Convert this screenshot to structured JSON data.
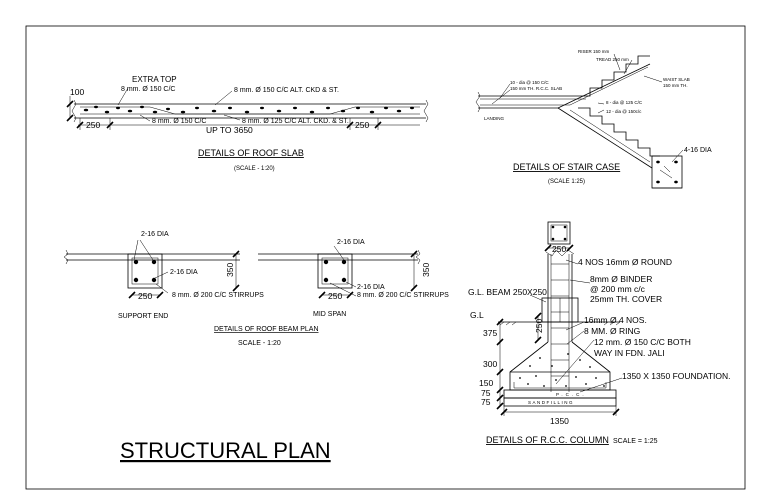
{
  "title": "STRUCTURAL PLAN",
  "roof_slab": {
    "caption": "DETAILS OF ROOF SLAB",
    "scale": "(SCALE - 1:20)",
    "labels": {
      "extra_top": "EXTRA TOP",
      "top_left": "8 mm.  Ø 150 C/C",
      "top_right": "8 mm.  Ø 150 C/C ALT. CKD & ST.",
      "bottom_left": "8 mm.  Ø 150 C/C",
      "bottom_right": "8 mm.  Ø 125 C/C  ALT. CKD. & ST.",
      "dim_thickness": "100",
      "dim_left": "250",
      "dim_span": "UP TO 3650",
      "dim_right": "250"
    }
  },
  "stair_case": {
    "caption": "DETAILS OF STAIR CASE",
    "scale": "(SCALE 1:25)",
    "labels": {
      "riser": "RISER 150 mm",
      "tread": "TREAD 250 mm",
      "waist_slab_1": "WAIST SLAB",
      "waist_slab_2": "150 mm TH.",
      "bars_top": "10 - dia @ 150 C/C",
      "slab_thk": "150 mm TH. R.C.C. SLAB",
      "landing": "LANDING",
      "bars_mid_1": "8 - dia @ 125 C/C",
      "bars_mid_2": "12 - dia @ 150c/c",
      "dia_label": "4-16 DIA"
    }
  },
  "roof_beam": {
    "caption": "DETAILS OF ROOF BEAM PLAN",
    "scale": "SCALE - 1:20",
    "support_end": {
      "name": "SUPPORT END",
      "top_bars": "2-16 DIA",
      "bottom_bars": "2-16 DIA",
      "stirrups": "8 mm.  Ø 200 C/C STIRRUPS",
      "width": "250",
      "depth": "350"
    },
    "mid_span": {
      "name": "MID SPAN",
      "top_bars": "2-16 DIA",
      "bottom_bars": "2-16 DIA",
      "stirrups": "8 mm.  Ø 200 C/C STIRRUPS",
      "width": "250",
      "depth": "350"
    }
  },
  "rcc_column": {
    "caption": "DETAILS OF R.C.C. COLUMN",
    "scale": "SCALE = 1:25",
    "labels": {
      "col_size": "250",
      "main_bars": "4 NOS 16mm Ø ROUND",
      "binder_1": "8mm Ø BINDER",
      "binder_2": "@ 200 mm c/c",
      "cover": "25mm TH. COVER",
      "gl_beam": "G.L. BEAM 250X250",
      "gl": "G.L",
      "beam_size": "250",
      "dev_bars": "16mm Ø 4 NOS.",
      "ring": "8 MM. Ø RING",
      "fdn_bars_1": "12 mm. Ø 150 C/C BOTH",
      "fdn_bars_2": "WAY IN FDN. JALI",
      "foundation": "1350 X 1350 FOUNDATION.",
      "pcc": "P.C.C.",
      "sand": "SANDFILLING",
      "dim_375": "375",
      "dim_300": "300",
      "dim_150": "150",
      "dim_75a": "75",
      "dim_75b": "75",
      "dim_1350": "1350"
    }
  }
}
